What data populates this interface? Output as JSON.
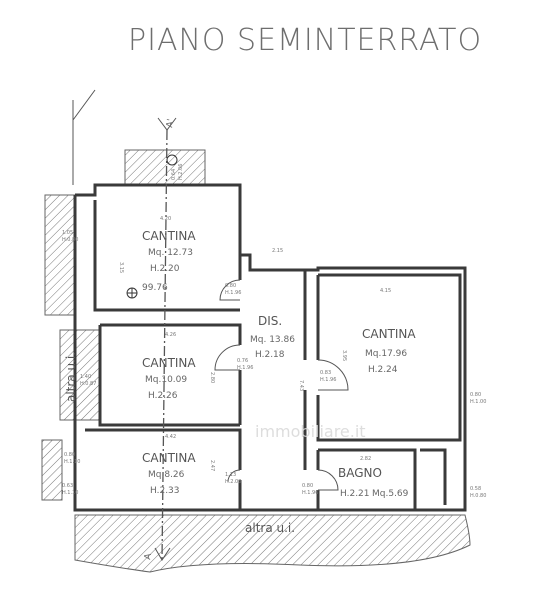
{
  "title": "PIANO SEMINTERRATO",
  "section_markers": {
    "top": "A'",
    "bottom": "A"
  },
  "elevation": "99.76",
  "watermark": "immobiliare.it",
  "rooms": [
    {
      "id": "cantina1",
      "name": "CANTINA",
      "area": "Mq. 12.73",
      "height": "H.2.20"
    },
    {
      "id": "cantina2",
      "name": "CANTINA",
      "area": "Mq.10.09",
      "height": "H.2.26"
    },
    {
      "id": "cantina3",
      "name": "CANTINA",
      "area": "Mq.8.26",
      "height": "H.2.33"
    },
    {
      "id": "dis",
      "name": "DIS.",
      "area": "Mq. 13.86",
      "height": "H.2.18"
    },
    {
      "id": "cantina4",
      "name": "CANTINA",
      "area": "Mq.17.96",
      "height": "H.2.24"
    },
    {
      "id": "bagno",
      "name": "BAGNO",
      "area": "Mq.5.69",
      "height": "H.2.21"
    }
  ],
  "other_units": {
    "left": "altra u.i.",
    "bottom": "altra u.i."
  },
  "dimensions": {
    "d1": "4.20",
    "d2": "2.15",
    "d3": "4.15",
    "d4": "4.26",
    "d5": "4.42",
    "d6": "3.15",
    "d7": "2.80",
    "d8": "2.47",
    "d9": "2.82",
    "d10": "3.95",
    "d11": "7.43"
  },
  "openings": {
    "o1": "0.80",
    "o1h": "H.1.96",
    "o2": "0.76",
    "o2h": "H.1.96",
    "o3": "1.13",
    "o3h": "H.2.08",
    "o4": "0.83",
    "o4h": "H.1.96",
    "o5": "0.80",
    "o5h": "H.1.96",
    "o6": "1.05",
    "o6h": "H.0.80",
    "o7": "1.40",
    "o7h": "H.0.87",
    "o8": "0.80",
    "o8h": "H.1.10",
    "o9": "0.63",
    "o9h": "H.1.10",
    "o10": "0.80",
    "o10h": "H.1.00",
    "o11": "0.58",
    "o11h": "H.0.80",
    "o12": "0.64",
    "o12h": "H.2.06"
  }
}
